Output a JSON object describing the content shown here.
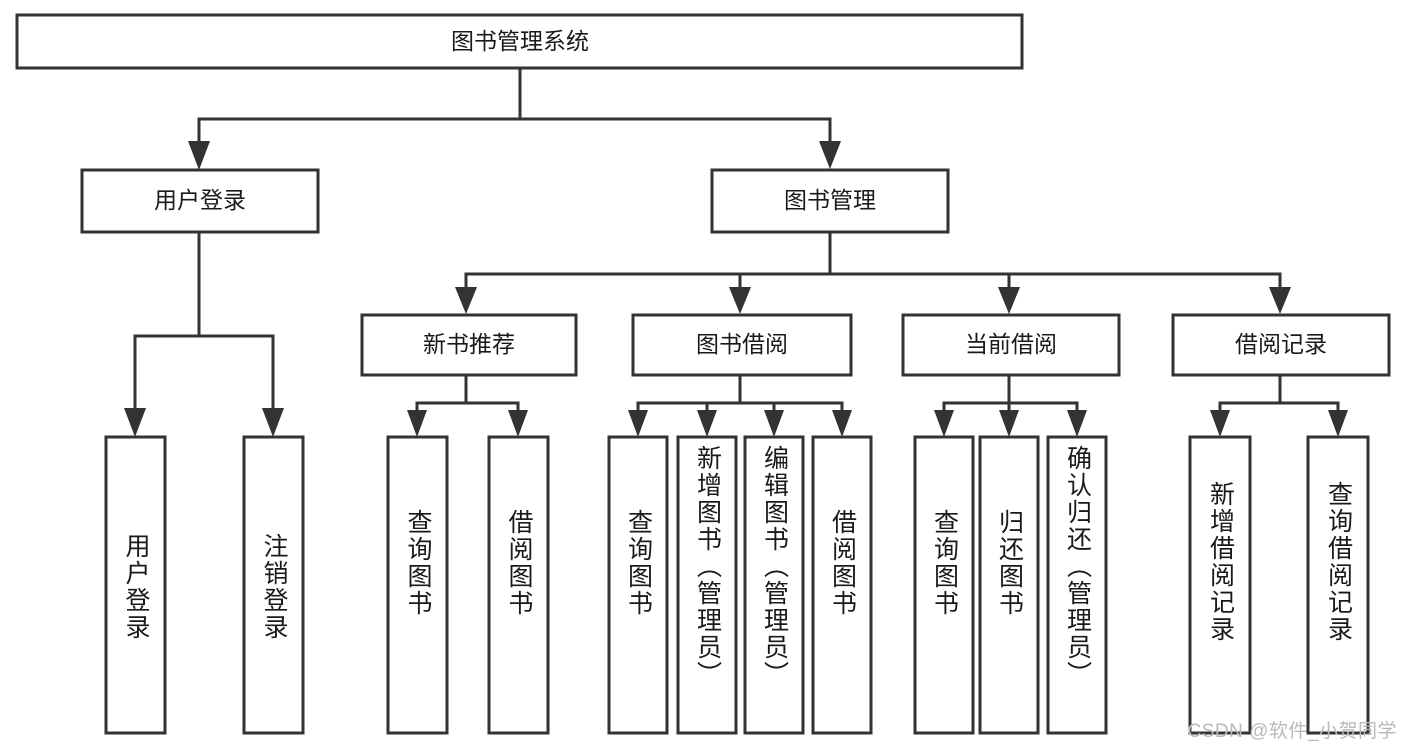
{
  "diagram": {
    "type": "tree-hierarchy",
    "title": "图书管理系统",
    "root": {
      "id": "root",
      "label": "图书管理系统",
      "orientation": "horizontal"
    },
    "level2": [
      {
        "id": "user-login",
        "label": "用户登录",
        "orientation": "horizontal"
      },
      {
        "id": "book-manage",
        "label": "图书管理",
        "orientation": "horizontal"
      }
    ],
    "level3": [
      {
        "id": "new-book-rec",
        "label": "新书推荐",
        "parent": "book-manage",
        "orientation": "horizontal"
      },
      {
        "id": "book-borrow",
        "label": "图书借阅",
        "parent": "book-manage",
        "orientation": "horizontal"
      },
      {
        "id": "current-borrow",
        "label": "当前借阅",
        "parent": "book-manage",
        "orientation": "horizontal"
      },
      {
        "id": "borrow-record",
        "label": "借阅记录",
        "parent": "book-manage",
        "orientation": "horizontal"
      }
    ],
    "leaves": [
      {
        "id": "leaf-user-login",
        "label": "用户登录",
        "parent": "user-login",
        "orientation": "vertical"
      },
      {
        "id": "leaf-logout",
        "label": "注销登录",
        "parent": "user-login",
        "orientation": "vertical"
      },
      {
        "id": "leaf-query-book-1",
        "label": "查询图书",
        "parent": "new-book-rec",
        "orientation": "vertical"
      },
      {
        "id": "leaf-borrow-book-1",
        "label": "借阅图书",
        "parent": "new-book-rec",
        "orientation": "vertical"
      },
      {
        "id": "leaf-query-book-2",
        "label": "查询图书",
        "parent": "book-borrow",
        "orientation": "vertical"
      },
      {
        "id": "leaf-add-book",
        "label": "新增图书（管理员）",
        "parent": "book-borrow",
        "orientation": "vertical"
      },
      {
        "id": "leaf-edit-book",
        "label": "编辑图书（管理员）",
        "parent": "book-borrow",
        "orientation": "vertical"
      },
      {
        "id": "leaf-borrow-book-2",
        "label": "借阅图书",
        "parent": "book-borrow",
        "orientation": "vertical"
      },
      {
        "id": "leaf-query-book-3",
        "label": "查询图书",
        "parent": "current-borrow",
        "orientation": "vertical"
      },
      {
        "id": "leaf-return-book",
        "label": "归还图书",
        "parent": "current-borrow",
        "orientation": "vertical"
      },
      {
        "id": "leaf-confirm-return",
        "label": "确认归还（管理员）",
        "parent": "current-borrow",
        "orientation": "vertical"
      },
      {
        "id": "leaf-add-record",
        "label": "新增借阅记录",
        "parent": "borrow-record",
        "orientation": "vertical"
      },
      {
        "id": "leaf-query-record",
        "label": "查询借阅记录",
        "parent": "borrow-record",
        "orientation": "vertical"
      }
    ]
  },
  "watermark": {
    "text": "CSDN @软件_小贺同学"
  },
  "colors": {
    "stroke": "#333333",
    "box_fill": "#ffffff",
    "text": "#1a1a1a",
    "watermark": "#b9b9b9",
    "background": "#ffffff"
  }
}
